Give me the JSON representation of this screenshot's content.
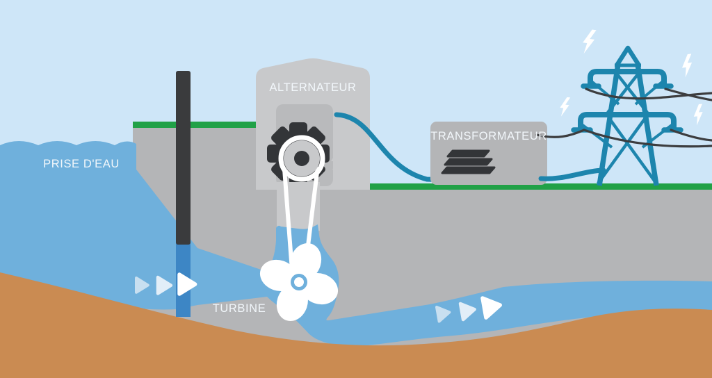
{
  "diagram": {
    "labels": {
      "intake": "PRISE D'EAU",
      "alternator": "ALTERNATEUR",
      "transformer": "TRANSFORMATEUR",
      "turbine": "TURBINE"
    },
    "colors": {
      "sky": "#cee6f8",
      "water": "#6fb0dc",
      "water_dark": "#3d86c5",
      "ground": "#b4b5b7",
      "building": "#c8c9cb",
      "panel": "#b9babc",
      "green": "#21a147",
      "sand": "#ca8b52",
      "dark": "#333538",
      "gate": "#3a3b3d",
      "teal": "#1d85ad",
      "wire": "#3c3d3f",
      "arrow_light": "#c8dff0",
      "arrow_lighter": "#e2eef8",
      "white": "#ffffff",
      "label": "#f2f7fb"
    }
  }
}
